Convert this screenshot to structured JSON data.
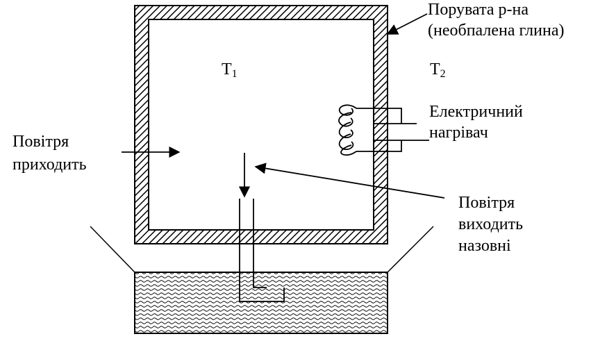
{
  "labels": {
    "porous_line1": "Порувата р-на",
    "porous_line2": "(необпалена глина)",
    "t1_main": "T",
    "t1_sub": "1",
    "t2_main": "T",
    "t2_sub": "2",
    "heater_line1": "Електричний",
    "heater_line2": "нагрівач",
    "air_in_line1": "Повітря",
    "air_in_line2": "приходить",
    "air_out_line1": "Повітря",
    "air_out_line2": "виходить",
    "air_out_line3": "назовні"
  }
}
